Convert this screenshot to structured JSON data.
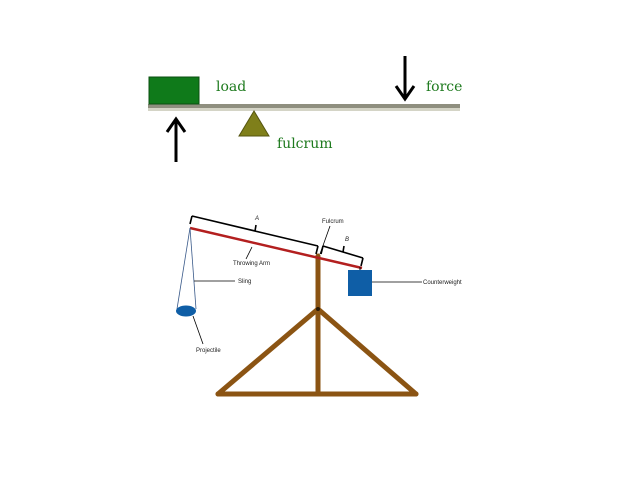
{
  "lever": {
    "labels": {
      "load": "load",
      "force": "force",
      "fulcrum": "fulcrum"
    },
    "colors": {
      "beam": "#8f8f7f",
      "beam_shadow": "#d4d4c6",
      "load_box": "#0f7a1a",
      "fulcrum": "#7f7f1a",
      "label": "#1e7a1e",
      "arrow": "#000000"
    }
  },
  "trebuchet": {
    "labels": {
      "a": "A",
      "b": "B",
      "fulcrum": "Fulcrum",
      "throwing_arm": "Throwing Arm",
      "sling": "Sling",
      "counterweight": "Counterweight",
      "projectile": "Projectile"
    },
    "colors": {
      "frame": "#8b5413",
      "arm": "#b31f1f",
      "counterweight": "#0f5ea6",
      "projectile": "#0f5ea6",
      "leader": "#000000"
    }
  }
}
